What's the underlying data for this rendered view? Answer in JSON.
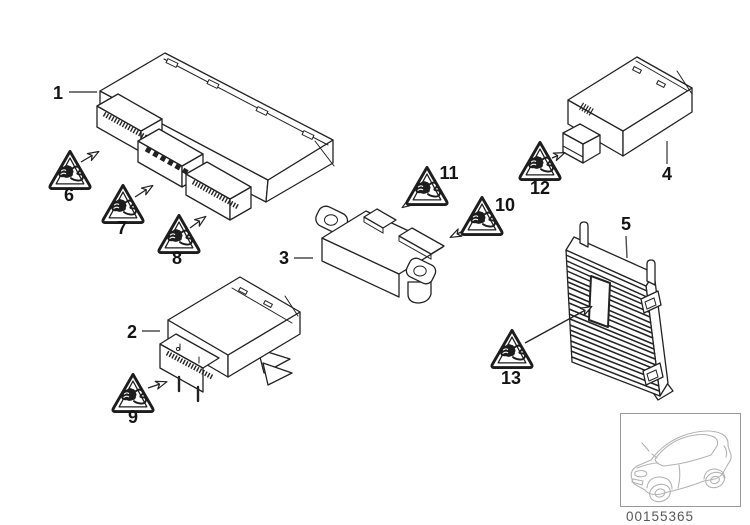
{
  "diagram": {
    "type": "vehicle-parts-diagram",
    "labels": {
      "p1": "1",
      "p2": "2",
      "p3": "3",
      "p4": "4",
      "p5": "5",
      "p6": "6",
      "p7": "7",
      "p8": "8",
      "p9": "9",
      "p10": "10",
      "p11": "11",
      "p12": "12",
      "p13": "13"
    },
    "icons": {
      "warning": "esd-warning-triangle-icon",
      "car": "car-outline-icon"
    },
    "colors": {
      "line": "#222222",
      "leader": "#4d4d4d",
      "label_text": "#141414",
      "footer_text": "#575757",
      "car_line": "#b3b3b3",
      "box_border": "#999999",
      "background": "#ffffff"
    },
    "footer": {
      "image_number": "00155365"
    }
  }
}
